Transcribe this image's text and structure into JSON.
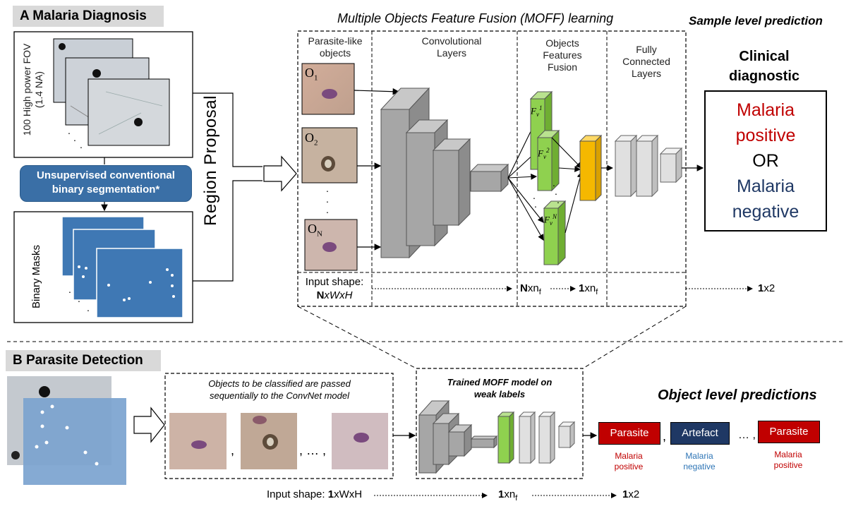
{
  "section_a": {
    "title": "A Malaria Diagnosis",
    "fov_label_line1": "100 High power FOV",
    "fov_label_line2": "(1.4 NA)",
    "segmentation_line1": "Unsupervised conventional",
    "segmentation_line2": "binary segmentation*",
    "binary_masks": "Binary Masks",
    "region_proposal": "Region Proposal"
  },
  "moff": {
    "title": "Multiple Objects Feature Fusion (MOFF) learning",
    "col_parasite_line1": "Parasite-like",
    "col_parasite_line2": "objects",
    "col_conv_line1": "Convolutional",
    "col_conv_line2": "Layers",
    "col_fusion_line1": "Objects",
    "col_fusion_line2": "Features",
    "col_fusion_line3": "Fusion",
    "col_fc_line1": "Fully",
    "col_fc_line2": "Connected",
    "col_fc_line3": "Layers",
    "obj1": "O",
    "obj1_sub": "1",
    "obj2": "O",
    "obj2_sub": "2",
    "objN": "O",
    "objN_sub": "N",
    "feat1": "F",
    "feat_sub": "v",
    "feat1_sup": "1",
    "feat2_sup": "2",
    "featN_sup": "N",
    "input_shape_line1": "Input shape:",
    "input_shape_N": "N",
    "input_shape_rest": "xWxH",
    "shape_nxnf_N": "N",
    "shape_nxnf_rest": "xn",
    "shape_nxnf_sub": "f",
    "shape_1xnf_1": "1",
    "shape_1xnf_rest": "xn",
    "shape_1xnf_sub": "f",
    "shape_out_1": "1",
    "shape_out_rest": "x2"
  },
  "sample_level": {
    "title": "Sample level prediction",
    "clinical_line1": "Clinical",
    "clinical_line2": "diagnostic",
    "positive_line1": "Malaria",
    "positive_line2": "positive",
    "or_text": "OR",
    "negative_line1": "Malaria",
    "negative_line2": "negative"
  },
  "section_b": {
    "title": "B Parasite Detection",
    "objects_caption_line1": "Objects to be classified are passed",
    "objects_caption_line2": "sequentially to the ConvNet model",
    "separator1": ",",
    "separator2": ", … ,",
    "trained_line1": "Trained MOFF model on",
    "trained_line2": "weak labels",
    "object_level_title": "Object level predictions",
    "input_shape_prefix": "Input shape: ",
    "input_shape_1": "1",
    "input_shape_rest": "xWxH",
    "shape_mid_1": "1",
    "shape_mid_rest": "xn",
    "shape_mid_sub": "f",
    "shape_out_1": "1",
    "shape_out_rest": "x2",
    "predictions": [
      {
        "label": "Parasite",
        "sub1": "Malaria",
        "sub2": "positive"
      },
      {
        "label": "Artefact",
        "sub1": "Malaria",
        "sub2": "negative"
      },
      {
        "label": "Parasite",
        "sub1": "Malaria",
        "sub2": "positive"
      }
    ],
    "pred_sep1": ",",
    "pred_sep2": "… ,"
  },
  "colors": {
    "tab_grey": "#d9d9d9",
    "segmentation_blue": "#3a6fa6",
    "mask_blue": "#3f78b4",
    "feature_green": "#8fd14f",
    "fusion_orange": "#f5b800",
    "conv_grey": "#a6a6a6",
    "fc_grey": "#e0e0e0",
    "positive_red": "#c00000",
    "negative_navy": "#1f3864",
    "parasite_red": "#c00000",
    "artefact_navy": "#1f3864",
    "negative_text_blue": "#2e75b6"
  },
  "icons": [
    "block-arrow-right-icon",
    "dot-ellipsis-icon"
  ]
}
